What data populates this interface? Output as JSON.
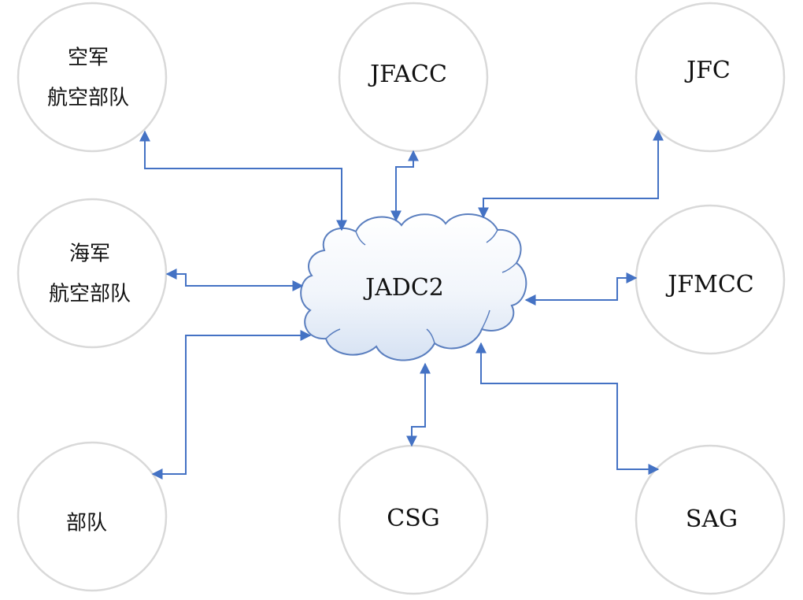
{
  "diagram": {
    "hub": {
      "label": "JADC2"
    },
    "nodes": {
      "air_force": {
        "lines": [
          "空军",
          "航空部队"
        ]
      },
      "jfacc": {
        "lines": [
          "JFACC"
        ]
      },
      "jfc": {
        "lines": [
          "JFC"
        ]
      },
      "navy": {
        "lines": [
          "海军",
          "航空部队"
        ]
      },
      "jfmcc": {
        "lines": [
          "JFMCC"
        ]
      },
      "troops": {
        "lines": [
          "部队"
        ]
      },
      "csg": {
        "lines": [
          "CSG"
        ]
      },
      "sag": {
        "lines": [
          "SAG"
        ]
      }
    },
    "colors": {
      "connector": "#4472c4",
      "circle_border": "#d9d9d9",
      "cloud_fill_top": "#ffffff",
      "cloud_fill_bottom": "#dbe6f5",
      "cloud_stroke": "#5b7fbf"
    }
  }
}
